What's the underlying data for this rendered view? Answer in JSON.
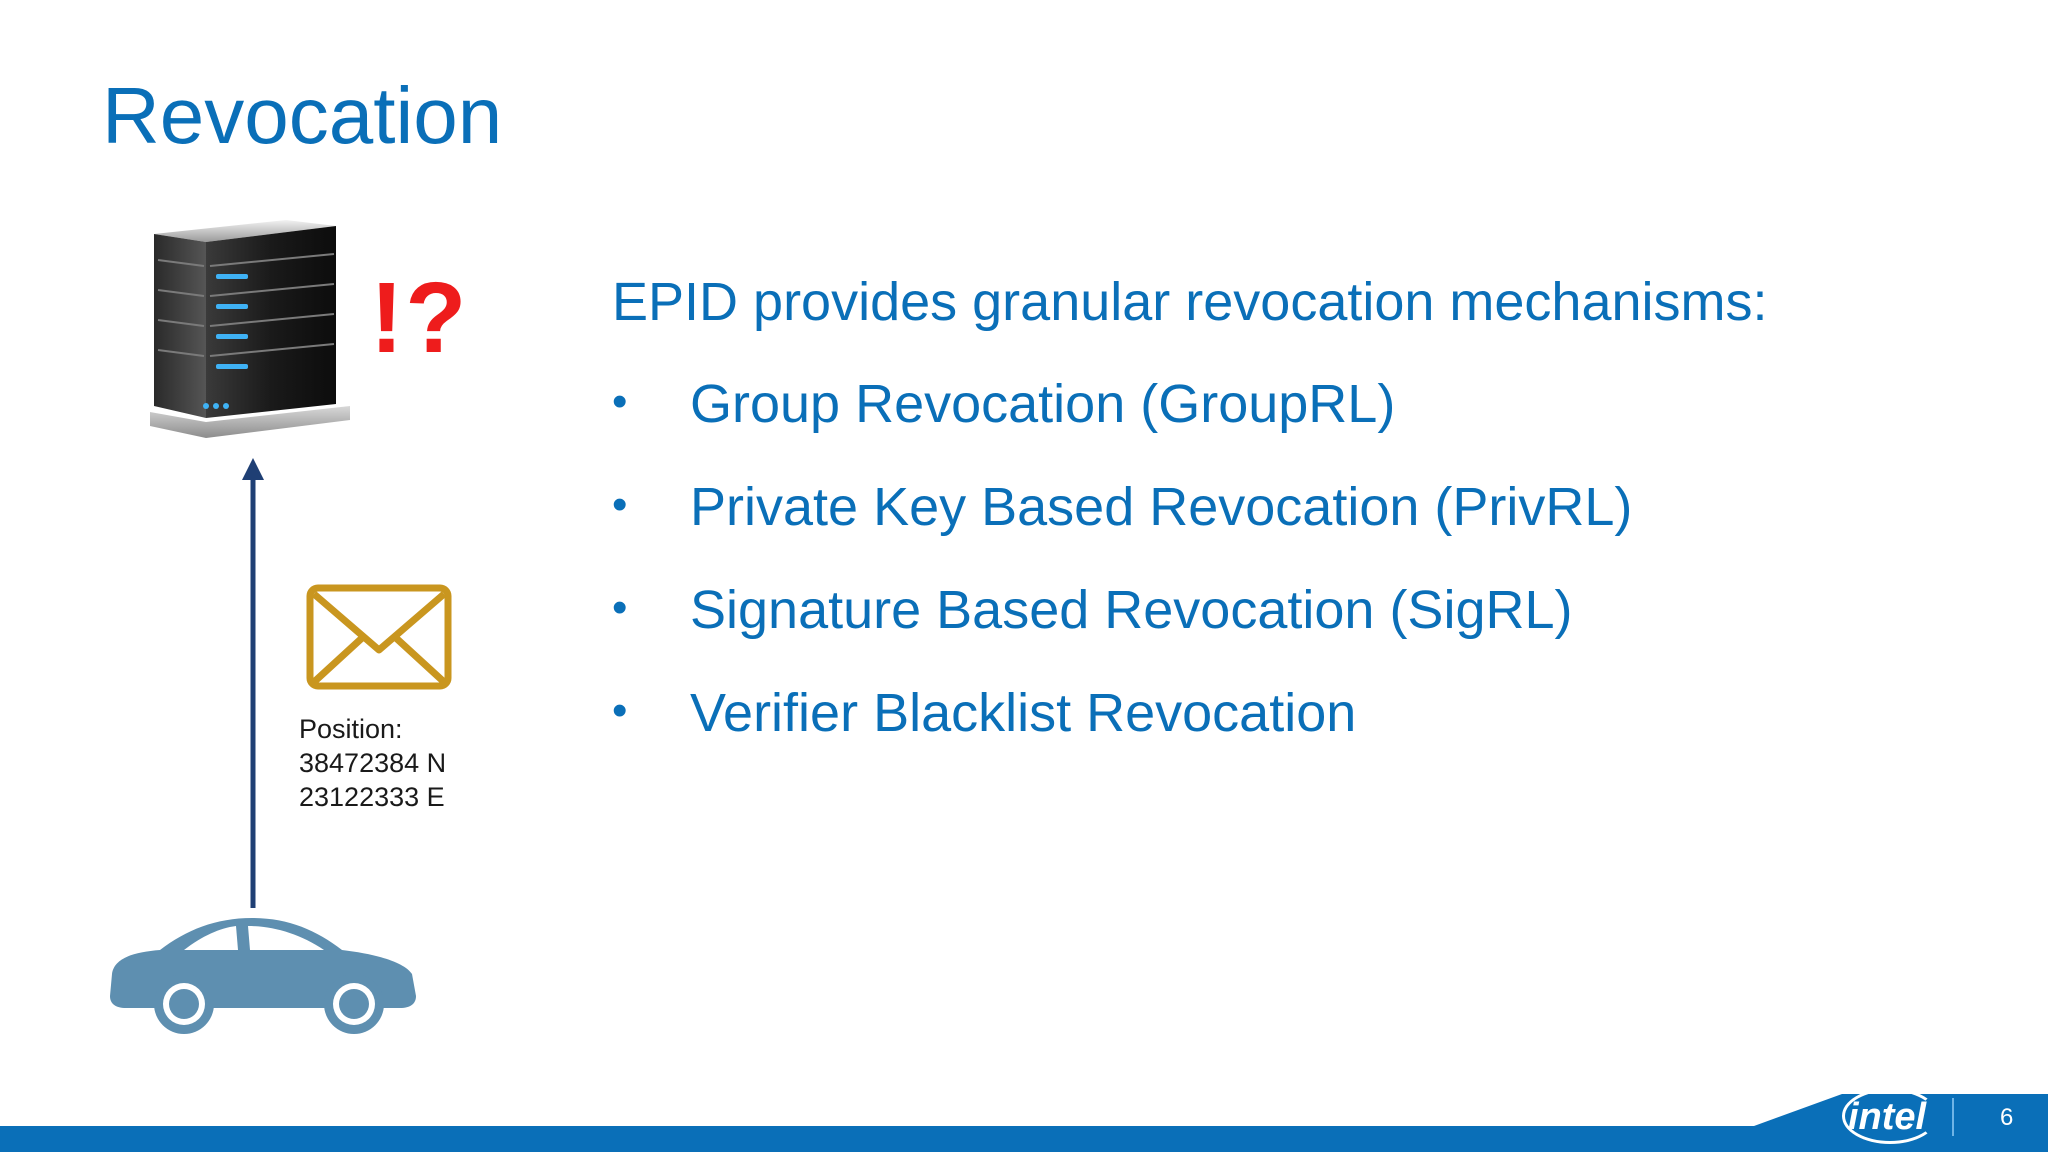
{
  "slide": {
    "title": "Revocation",
    "server_mark": "!?",
    "position_label": [
      "Position:",
      "38472384 N",
      "23122333 E"
    ],
    "intro": "EPID provides granular revocation mechanisms:",
    "bullet_marker": "•",
    "bullets": [
      "Group Revocation (GroupRL)",
      "Private Key Based Revocation (PrivRL)",
      "Signature Based Revocation (SigRL)",
      "Verifier Blacklist Revocation"
    ],
    "icons": [
      "server-icon",
      "envelope-icon",
      "car-icon",
      "arrow-up-icon"
    ],
    "colors": {
      "accent": "#0a6fb8",
      "alert": "#ee1c1c",
      "envelope": "#c9961f",
      "car": "#5e8fb0",
      "footer": "#0a6fb8"
    }
  },
  "footer": {
    "logo_text": "intel",
    "page_number": "6"
  }
}
